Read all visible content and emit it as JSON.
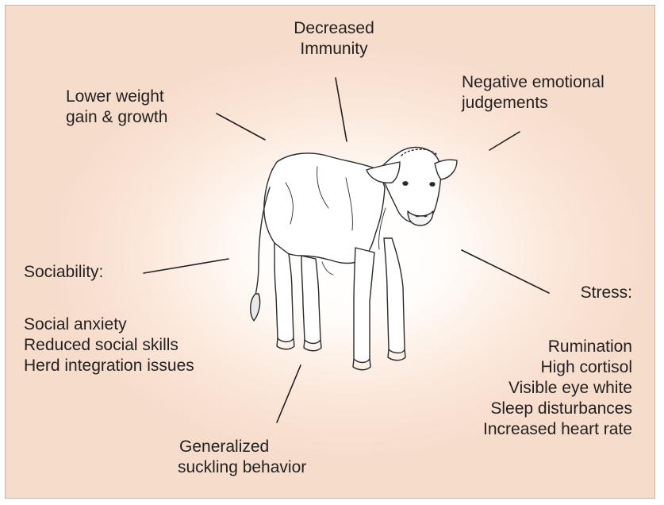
{
  "labels": {
    "immunity": [
      "Decreased",
      "Immunity"
    ],
    "weight": [
      "Lower weight",
      "gain & growth"
    ],
    "emotional": [
      "Negative emotional",
      "judgements"
    ],
    "sociability_title": "Sociability:",
    "sociability_items": [
      "Social anxiety",
      "Reduced social skills",
      "Herd integration issues"
    ],
    "stress_title": "Stress:",
    "stress_items": [
      "Rumination",
      "High cortisol",
      "Visible eye white",
      "Sleep disturbances",
      "Increased heart rate"
    ],
    "suckling": [
      "Generalized",
      "suckling behavior"
    ]
  },
  "colors": {
    "text": "#231f20",
    "line": "#231f20",
    "background_outer": "#f6dccb",
    "background_center": "#ffffff"
  }
}
